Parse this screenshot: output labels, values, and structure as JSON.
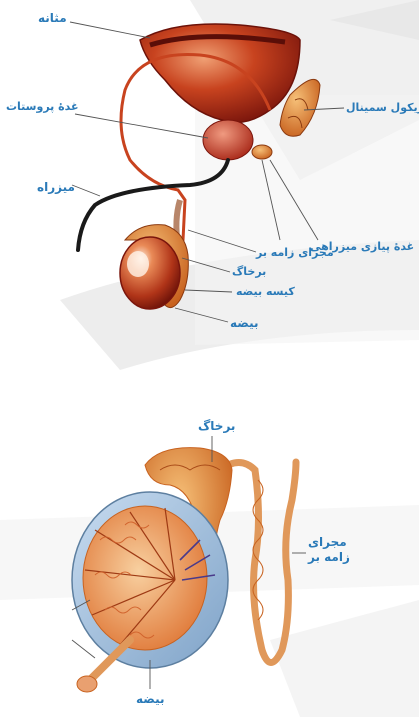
{
  "top_diagram": {
    "labels": {
      "bladder": "مثانه",
      "prostate": "غدهٔ پروستات",
      "seminal_vesicle": "وزیکول سمینال",
      "urethra": "میزراه",
      "bulbourethral": "غدهٔ پیازی میزراهی",
      "vas_deferens": "مجرای زامه بر",
      "epididymis": "برخاگ",
      "scrotum": "کیسه بیضه",
      "testis": "بیضه"
    }
  },
  "bottom_diagram": {
    "labels": {
      "epididymis": "برخاگ",
      "vas_deferens": "مجرای\nزامه بر",
      "testis": "بیضه"
    }
  },
  "colors": {
    "label": "#2a7ab8",
    "organ_dark": "#8b1a10",
    "organ_mid": "#c8431f",
    "organ_light": "#e98a57",
    "tubule": "#e8a06a",
    "urethra": "#1a1a1a",
    "watermark": "#d9d9d9"
  }
}
